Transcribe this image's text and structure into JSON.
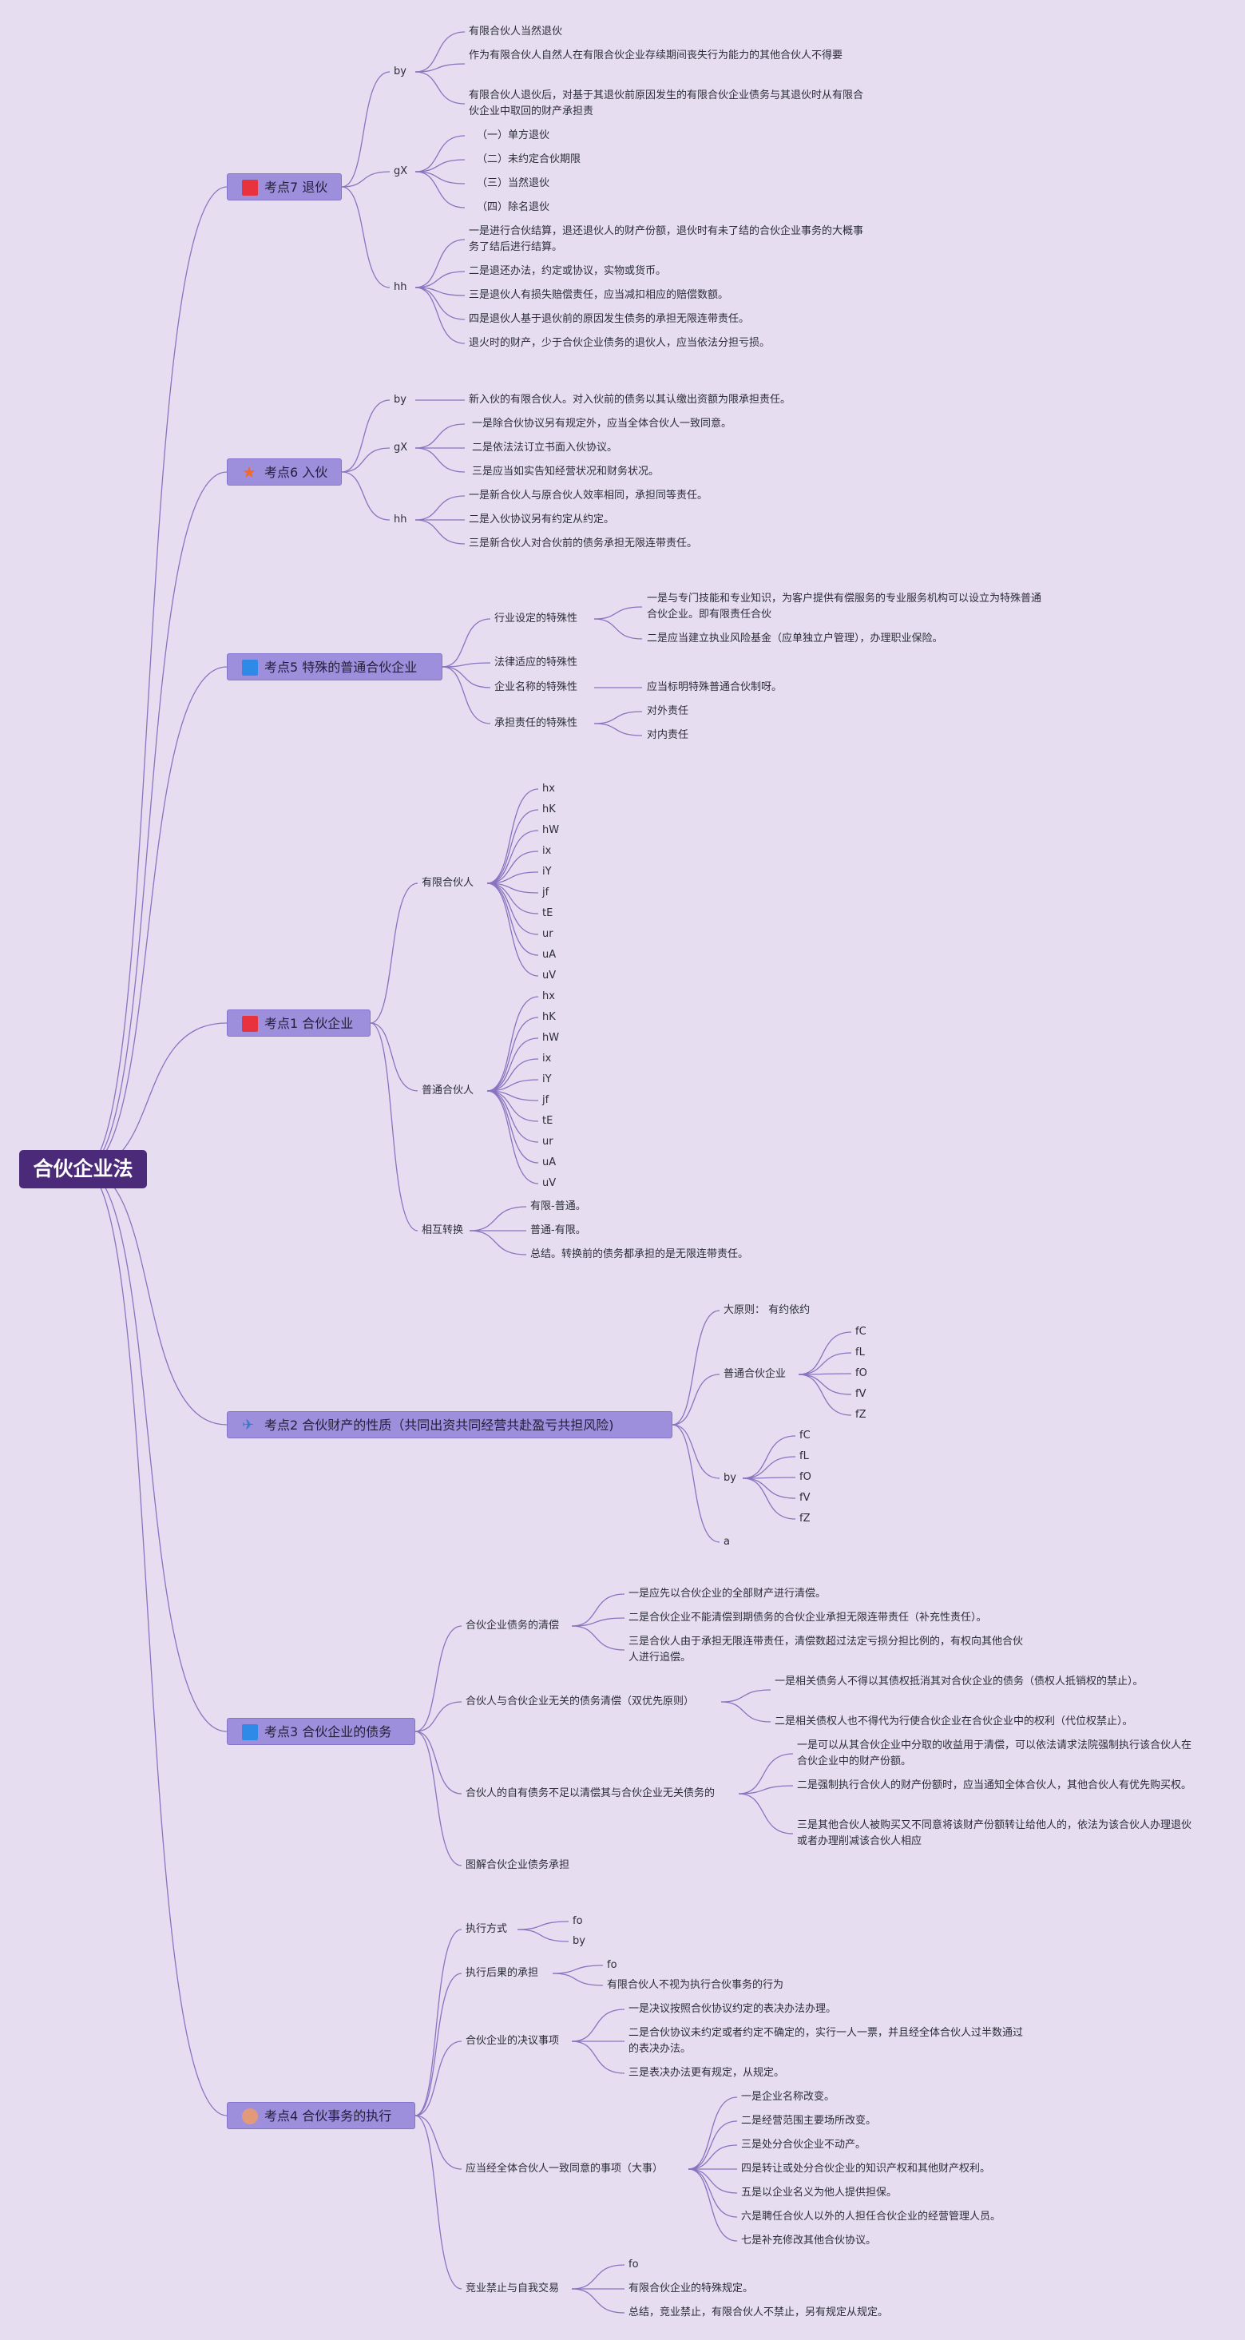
{
  "root": "合伙企业法",
  "topics": {
    "t7": "考点7 退伙",
    "t6": "考点6 入伙",
    "t5": "考点5 特殊的普通合伙企业",
    "t1": "考点1 合伙企业",
    "t2": "考点2 合伙财产的性质（共同出资共同经营共赴盈亏共担风险)",
    "t3": "考点3 合伙企业的债务",
    "t4": "考点4 合伙事务的执行"
  },
  "icons": {
    "t7": "red-flag-icon",
    "t6": "star-icon",
    "t5": "blue-flag-icon",
    "t1": "red-flag-icon",
    "t2": "paper-plane-icon",
    "t3": "blue-flag-icon",
    "t4": "shell-icon"
  },
  "t7": {
    "by": "by",
    "by_1": "有限合伙人当然退伙",
    "by_2": "作为有限合伙人自然人在有限合伙企业存续期间丧失行为能力的其他合伙人不得要",
    "by_3": "有限合伙人退伙后，对基于其退伙前原因发生的有限合伙企业债务与其退伙时从有限合伙企业中取回的财产承担责",
    "gx": "gX",
    "gx_1": "（一）单方退伙",
    "gx_2": "（二）未约定合伙期限",
    "gx_3": "（三）当然退伙",
    "gx_4": "（四）除名退伙",
    "hh": "hh",
    "hh_1": "一是进行合伙结算，退还退伙人的财产份额，退伙时有未了结的合伙企业事务的大概事务了结后进行结算。",
    "hh_2": "二是退还办法，约定或协议，实物或货币。",
    "hh_3": "三是退伙人有损失赔偿责任，应当减扣相应的赔偿数额。",
    "hh_4": "四是退伙人基于退伙前的原因发生债务的承担无限连带责任。",
    "hh_5": "退火时的财产，少于合伙企业债务的退伙人，应当依法分担亏损。"
  },
  "t6": {
    "by": "by",
    "by_1": "新入伙的有限合伙人。对入伙前的债务以其认缴出资额为限承担责任。",
    "gx": "gX",
    "gx_1": "一是除合伙协议另有规定外，应当全体合伙人一致同意。",
    "gx_2": "二是依法法订立书面入伙协议。",
    "gx_3": "三是应当如实告知经营状况和财务状况。",
    "hh": "hh",
    "hh_1": "一是新合伙人与原合伙人效率相同，承担同等责任。",
    "hh_2": "二是入伙协议另有约定从约定。",
    "hh_3": "三是新合伙人对合伙前的债务承担无限连带责任。"
  },
  "t5": {
    "a": "行业设定的特殊性",
    "a_1": "一是与专门技能和专业知识，为客户提供有偿服务的专业服务机构可以设立为特殊普通合伙企业。即有限责任合伙",
    "a_2": "二是应当建立执业风险基金（应单独立户管理），办理职业保险。",
    "b": "法律适应的特殊性",
    "c": "企业名称的特殊性",
    "c_1": "应当标明特殊普通合伙制呀。",
    "d": "承担责任的特殊性",
    "d_1": "对外责任",
    "d_2": "对内责任"
  },
  "t1": {
    "limited": "有限合伙人",
    "general": "普通合伙人",
    "convert": "相互转换",
    "codes": [
      "hx",
      "hK",
      "hW",
      "ix",
      "iY",
      "jf",
      "tE",
      "ur",
      "uA",
      "uV"
    ],
    "convert_1": "有限-普通。",
    "convert_2": "普通-有限。",
    "convert_3": "总结。转换前的债务都承担的是无限连带责任。"
  },
  "t2": {
    "a": "大原则： 有约依约",
    "b": "普通合伙企业",
    "c": "by",
    "d": "a",
    "codes": [
      "fC",
      "fL",
      "fO",
      "fV",
      "fZ"
    ]
  },
  "t3": {
    "a": "合伙企业债务的清偿",
    "a_1": "一是应先以合伙企业的全部财产进行清偿。",
    "a_2": "二是合伙企业不能清偿到期债务的合伙企业承担无限连带责任（补充性责任）。",
    "a_3": "三是合伙人由于承担无限连带责任，清偿数超过法定亏损分担比例的，有权向其他合伙人进行追偿。",
    "b": "合伙人与合伙企业无关的债务清偿（双优先原则）",
    "b_1": "一是相关债务人不得以其债权抵消其对合伙企业的债务（债权人抵销权的禁止）。",
    "b_2": "二是相关债权人也不得代为行使合伙企业在合伙企业中的权利（代位权禁止）。",
    "c": "合伙人的自有债务不足以清偿其与合伙企业无关债务的",
    "c_1": "一是可以从其合伙企业中分取的收益用于清偿，可以依法请求法院强制执行该合伙人在合伙企业中的财产份额。",
    "c_2": "二是强制执行合伙人的财产份额时，应当通知全体合伙人，其他合伙人有优先购买权。",
    "c_3": "三是其他合伙人被购买又不同意将该财产份额转让给他人的，依法为该合伙人办理退伙或者办理削减该合伙人相应",
    "d": "图解合伙企业债务承担"
  },
  "t4": {
    "a": "执行方式",
    "a_1": "fo",
    "a_2": "by",
    "b": "执行后果的承担",
    "b_1": "fo",
    "b_2": "有限合伙人不视为执行合伙事务的行为",
    "c": "合伙企业的决议事项",
    "c_1": "一是决议按照合伙协议约定的表决办法办理。",
    "c_2": "二是合伙协议未约定或者约定不确定的，实行一人一票，并且经全体合伙人过半数通过的表决办法。",
    "c_3": "三是表决办法更有规定，从规定。",
    "d": "应当经全体合伙人一致同意的事项（大事）",
    "d_1": "一是企业名称改变。",
    "d_2": "二是经营范围主要场所改变。",
    "d_3": "三是处分合伙企业不动产。",
    "d_4": "四是转让或处分合伙企业的知识产权和其他财产权利。",
    "d_5": "五是以企业名义为他人提供担保。",
    "d_6": "六是聘任合伙人以外的人担任合伙企业的经营管理人员。",
    "d_7": "七是补充修改其他合伙协议。",
    "e": "竞业禁止与自我交易",
    "e_1": "fo",
    "e_2": "有限合伙企业的特殊规定。",
    "e_3": "总结，竞业禁止，有限合伙人不禁止，另有规定从规定。"
  }
}
